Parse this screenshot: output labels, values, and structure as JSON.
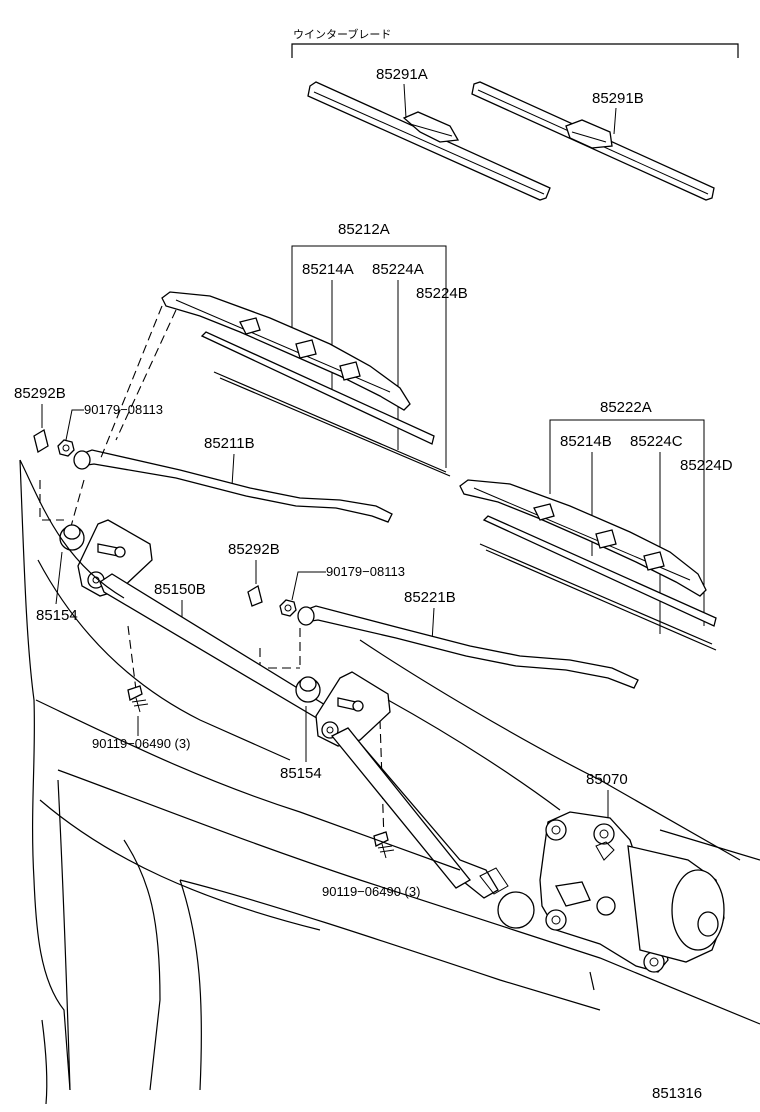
{
  "header": {
    "winter_blade_label": "ウインターブレード"
  },
  "parts": {
    "p85291A": "85291A",
    "p85291B": "85291B",
    "p85212A": "85212A",
    "p85214A": "85214A",
    "p85224A": "85224A",
    "p85224B": "85224B",
    "p85292B_left": "85292B",
    "p90179_left": "90179−08113",
    "p85211B": "85211B",
    "p85222A": "85222A",
    "p85214B": "85214B",
    "p85224C": "85224C",
    "p85224D": "85224D",
    "p85292B_mid": "85292B",
    "p90179_mid": "90179−08113",
    "p85154_left": "85154",
    "p85150B": "85150B",
    "p85221B": "85221B",
    "p90119_left": "90119−06490 (3)",
    "p85154_mid": "85154",
    "p85070": "85070",
    "p90119_right": "90119−06490 (3)"
  },
  "footer": {
    "diagram_number": "851316"
  }
}
